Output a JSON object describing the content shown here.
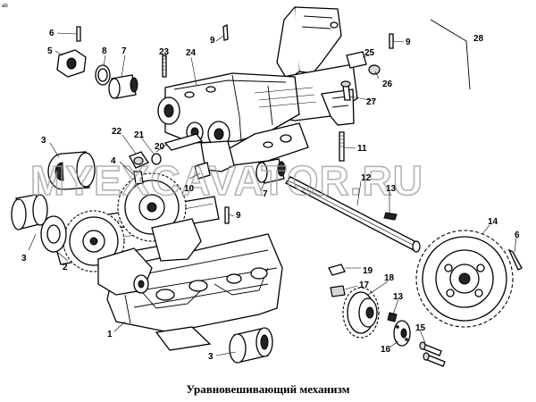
{
  "caption": "Уравновешивающий механизм",
  "corner_mark": "ab",
  "watermark": "MYEXCAVATOR.RU",
  "callouts": [
    {
      "id": "c6a",
      "text": "6"
    },
    {
      "id": "c5",
      "text": "5"
    },
    {
      "id": "c8",
      "text": "8"
    },
    {
      "id": "c7a",
      "text": "7"
    },
    {
      "id": "c23",
      "text": "23"
    },
    {
      "id": "c9a",
      "text": "9"
    },
    {
      "id": "c24",
      "text": "24"
    },
    {
      "id": "c9b",
      "text": "9"
    },
    {
      "id": "c28",
      "text": "28"
    },
    {
      "id": "c25",
      "text": "25"
    },
    {
      "id": "c26",
      "text": "26"
    },
    {
      "id": "c27",
      "text": "27"
    },
    {
      "id": "c3a",
      "text": "3"
    },
    {
      "id": "c22",
      "text": "22"
    },
    {
      "id": "c21",
      "text": "21"
    },
    {
      "id": "c20",
      "text": "20"
    },
    {
      "id": "c4",
      "text": "4"
    },
    {
      "id": "c11",
      "text": "11"
    },
    {
      "id": "c10",
      "text": "10"
    },
    {
      "id": "c7b",
      "text": "7"
    },
    {
      "id": "c12",
      "text": "12"
    },
    {
      "id": "c13a",
      "text": "13"
    },
    {
      "id": "c9c",
      "text": "9"
    },
    {
      "id": "c14",
      "text": "14"
    },
    {
      "id": "c3b",
      "text": "3"
    },
    {
      "id": "c2",
      "text": "2"
    },
    {
      "id": "c6b",
      "text": "6"
    },
    {
      "id": "c19",
      "text": "19"
    },
    {
      "id": "c17",
      "text": "17"
    },
    {
      "id": "c18",
      "text": "18"
    },
    {
      "id": "c1",
      "text": "1"
    },
    {
      "id": "c13b",
      "text": "13"
    },
    {
      "id": "c3c",
      "text": "3"
    },
    {
      "id": "c16",
      "text": "16"
    },
    {
      "id": "c15",
      "text": "15"
    }
  ]
}
